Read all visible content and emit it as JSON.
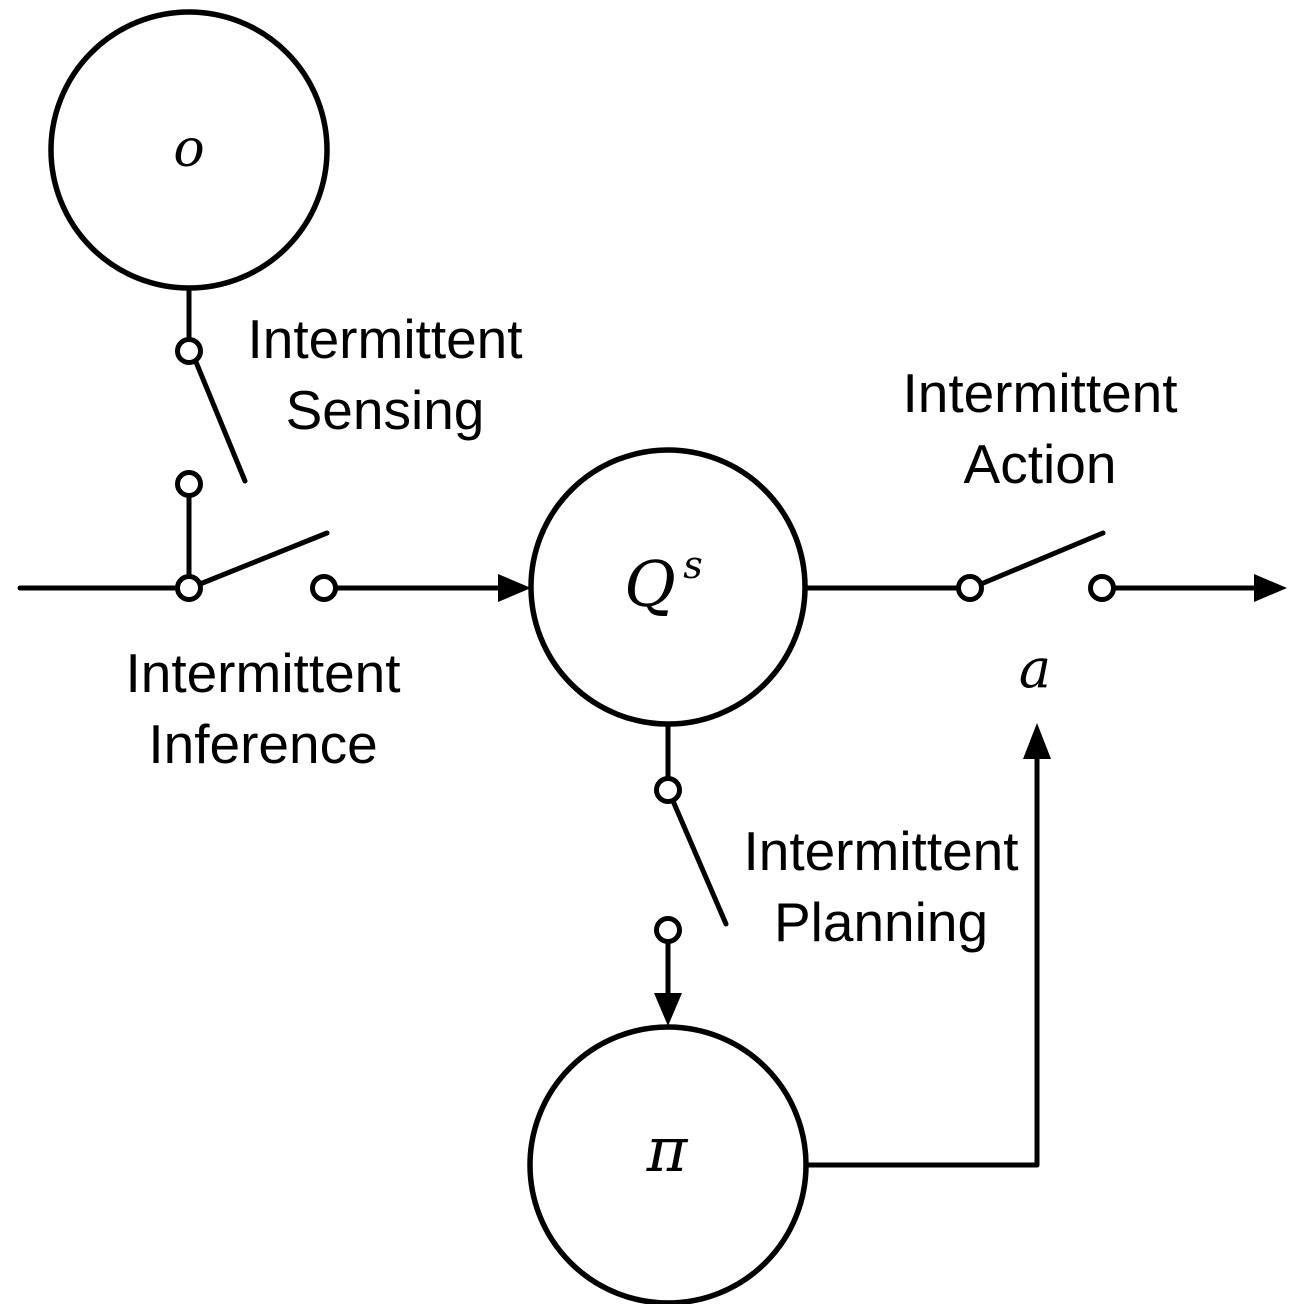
{
  "colors": {
    "ink": "#000000",
    "background": "#ffffff"
  },
  "nodes": {
    "observation": {
      "label": "o"
    },
    "q_state": {
      "label": "Q",
      "superscript": "s"
    },
    "policy": {
      "label": "π"
    }
  },
  "switches": {
    "sensing": {
      "line1": "Intermittent",
      "line2": "Sensing"
    },
    "inference": {
      "line1": "Intermittent",
      "line2": "Inference"
    },
    "action": {
      "line1": "Intermittent",
      "line2": "Action"
    },
    "planning": {
      "line1": "Intermittent",
      "line2": "Planning"
    }
  },
  "signals": {
    "action": "a"
  }
}
